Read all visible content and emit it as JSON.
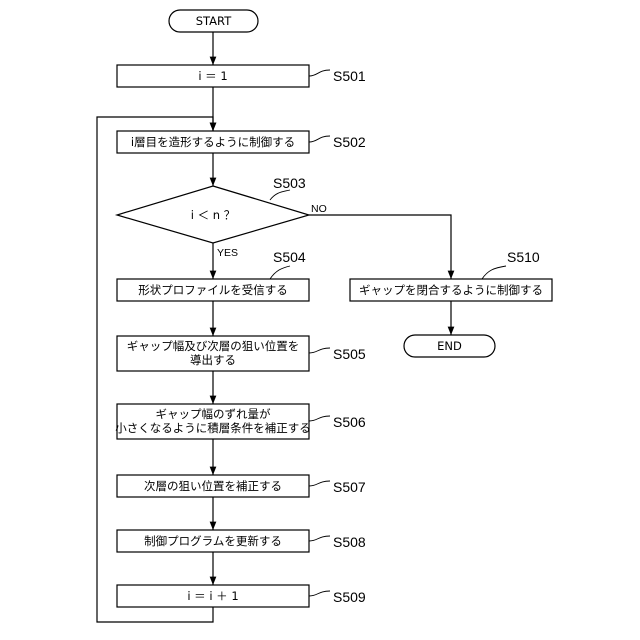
{
  "terminals": {
    "start": "START",
    "end": "END"
  },
  "steps": {
    "s501": {
      "id": "S501",
      "text": "i ＝ 1"
    },
    "s502": {
      "id": "S502",
      "text": "i層目を造形するように制御する"
    },
    "s503": {
      "id": "S503",
      "text": "i ＜ n ？"
    },
    "s504": {
      "id": "S504",
      "text": "形状プロファイルを受信する"
    },
    "s505": {
      "id": "S505",
      "line1": "ギャップ幅及び次層の狙い位置を",
      "line2": "導出する"
    },
    "s506": {
      "id": "S506",
      "line1": "ギャップ幅のずれ量が",
      "line2": "小さくなるように積層条件を補正する"
    },
    "s507": {
      "id": "S507",
      "text": "次層の狙い位置を補正する"
    },
    "s508": {
      "id": "S508",
      "text": "制御プログラムを更新する"
    },
    "s509": {
      "id": "S509",
      "text": "i ＝ i ＋ 1"
    },
    "s510": {
      "id": "S510",
      "text": "ギャップを閉合するように制御する"
    }
  },
  "branches": {
    "yes": "YES",
    "no": "NO"
  }
}
